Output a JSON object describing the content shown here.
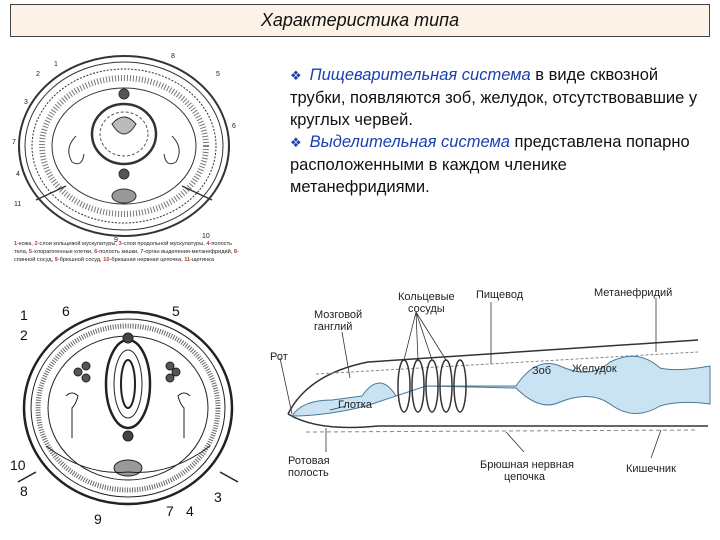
{
  "title": "Характеристика типа",
  "bullets": [
    {
      "emphasis": "Пищеварительная система",
      "text": " в виде сквозной трубки, появляются зоб, желудок, отсутствовавшие у круглых червей."
    },
    {
      "emphasis": "Выделительная система",
      "text": " представлена попарно расположенными в каждом членике метанефридиями."
    }
  ],
  "figure1": {
    "numbers": [
      "1",
      "2",
      "3",
      "4",
      "5",
      "6",
      "7",
      "8",
      "9",
      "10",
      "11"
    ],
    "caption": [
      {
        "key": "1",
        "text": "-кожа, "
      },
      {
        "key": "2",
        "text": "-слои кольцевой мускулатуры, "
      },
      {
        "key": "3",
        "text": "-слои продольной мускулатуры, "
      },
      {
        "key": "4",
        "text": "-полость тела, "
      },
      {
        "key": "5",
        "text": "-хлорагогенные клетки, "
      },
      {
        "key": "6",
        "text": "-полость кишки, "
      },
      {
        "key": "7",
        "text": "-орган выделения-метанефридий, "
      },
      {
        "key": "8",
        "text": "-спинной сосуд, "
      },
      {
        "key": "9",
        "text": "-брюшной сосуд, "
      },
      {
        "key": "10",
        "text": "-брюшная нервная цепочка, "
      },
      {
        "key": "11",
        "text": "-щетинка"
      }
    ]
  },
  "figure2": {
    "numbers": [
      "1",
      "2",
      "6",
      "5",
      "10",
      "8",
      "9",
      "7",
      "4",
      "3"
    ]
  },
  "figure3": {
    "labels": {
      "ring_vessels": [
        "Кольцевые",
        "сосуды"
      ],
      "esophagus": "Пищевод",
      "metanephridium": "Метанефридий",
      "brain_ganglion": [
        "Мозговой",
        "ганглий"
      ],
      "mouth": "Рот",
      "crop": "Зоб",
      "stomach": "Желудок",
      "pharynx": "Глотка",
      "oral_cavity": [
        "Ротовая",
        "полость"
      ],
      "nerve_cord": [
        "Брюшная нервная",
        "цепочка"
      ],
      "intestine": "Кишечник"
    }
  },
  "colors": {
    "accent": "#1a3fb0",
    "title_bg": "#fdf2e8",
    "caption_key": "#c0392b",
    "gut_fill": "#c9e3f2"
  }
}
